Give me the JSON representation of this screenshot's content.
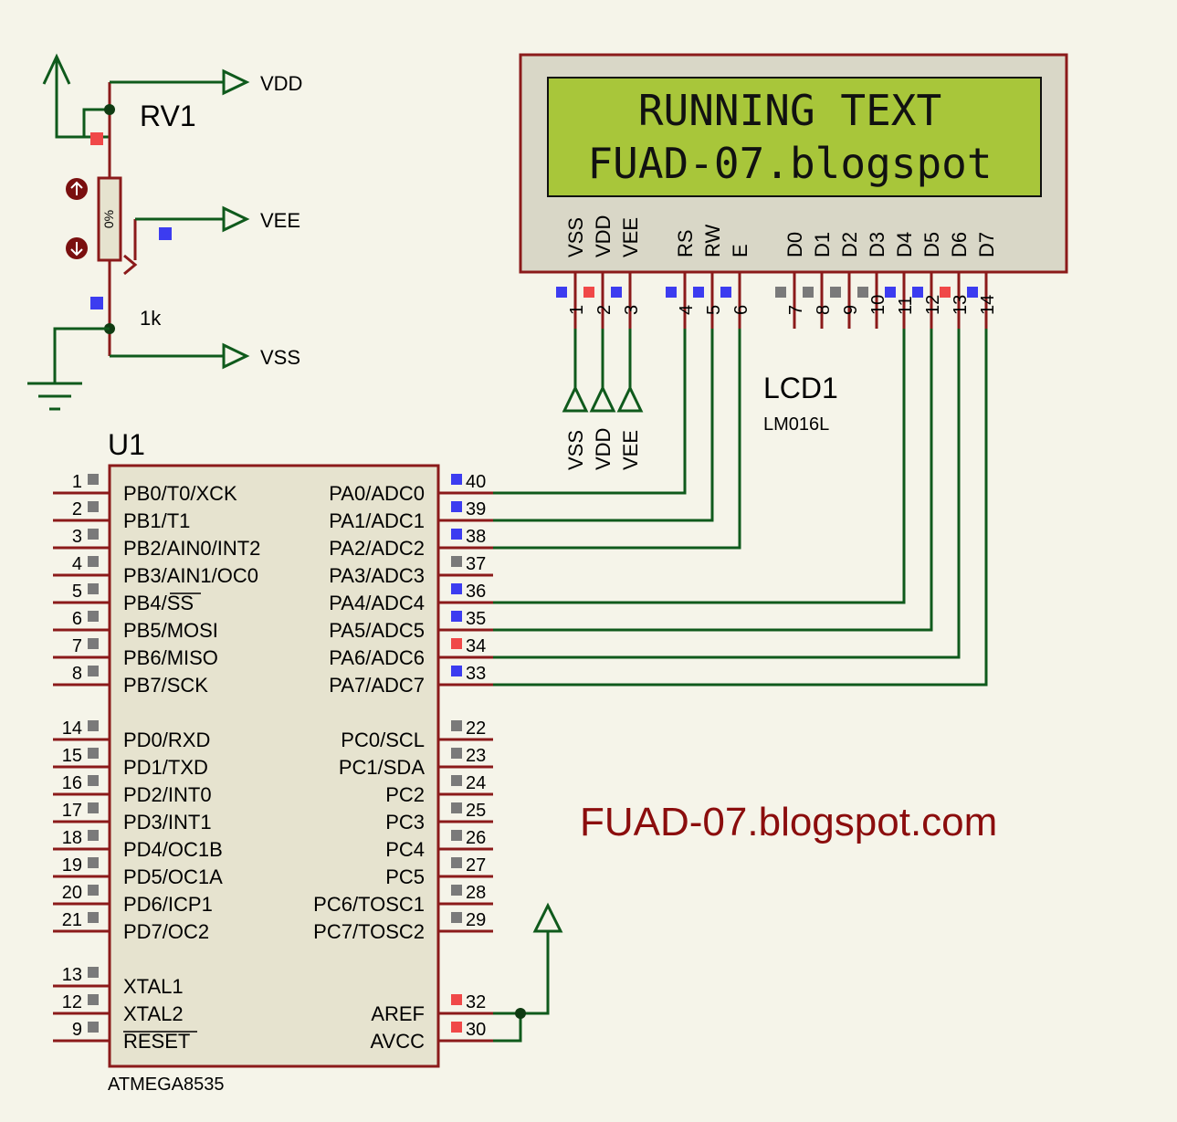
{
  "potentiometer": {
    "ref": "RV1",
    "value": "1k",
    "position": "0%",
    "net_top": "VDD",
    "net_wiper": "VEE",
    "net_bottom": "VSS"
  },
  "lcd": {
    "ref": "LCD1",
    "part": "LM016L",
    "line1": "RUNNING TEXT",
    "line2": "FUAD-07.blogspot",
    "pins": [
      {
        "name": "VSS",
        "num": "1",
        "state": "blue"
      },
      {
        "name": "VDD",
        "num": "2",
        "state": "red"
      },
      {
        "name": "VEE",
        "num": "3",
        "state": "blue"
      },
      {
        "name": "RS",
        "num": "4",
        "state": "blue"
      },
      {
        "name": "RW",
        "num": "5",
        "state": "blue"
      },
      {
        "name": "E",
        "num": "6",
        "state": "blue"
      },
      {
        "name": "D0",
        "num": "7",
        "state": "gray"
      },
      {
        "name": "D1",
        "num": "8",
        "state": "gray"
      },
      {
        "name": "D2",
        "num": "9",
        "state": "gray"
      },
      {
        "name": "D3",
        "num": "10",
        "state": "gray"
      },
      {
        "name": "D4",
        "num": "11",
        "state": "blue"
      },
      {
        "name": "D5",
        "num": "12",
        "state": "blue"
      },
      {
        "name": "D6",
        "num": "13",
        "state": "red"
      },
      {
        "name": "D7",
        "num": "14",
        "state": "blue"
      }
    ],
    "power_terminals": [
      "VSS",
      "VDD",
      "VEE"
    ]
  },
  "mcu": {
    "ref": "U1",
    "part": "ATMEGA8535",
    "left_pins": [
      {
        "num": "1",
        "name": "PB0/T0/XCK",
        "state": "gray"
      },
      {
        "num": "2",
        "name": "PB1/T1",
        "state": "gray"
      },
      {
        "num": "3",
        "name": "PB2/AIN0/INT2",
        "state": "gray"
      },
      {
        "num": "4",
        "name": "PB3/AIN1/OC0",
        "state": "gray"
      },
      {
        "num": "5",
        "name": "PB4/SS",
        "state": "gray"
      },
      {
        "num": "6",
        "name": "PB5/MOSI",
        "state": "gray"
      },
      {
        "num": "7",
        "name": "PB6/MISO",
        "state": "gray"
      },
      {
        "num": "8",
        "name": "PB7/SCK",
        "state": "gray"
      },
      {
        "num": "14",
        "name": "PD0/RXD",
        "state": "gray"
      },
      {
        "num": "15",
        "name": "PD1/TXD",
        "state": "gray"
      },
      {
        "num": "16",
        "name": "PD2/INT0",
        "state": "gray"
      },
      {
        "num": "17",
        "name": "PD3/INT1",
        "state": "gray"
      },
      {
        "num": "18",
        "name": "PD4/OC1B",
        "state": "gray"
      },
      {
        "num": "19",
        "name": "PD5/OC1A",
        "state": "gray"
      },
      {
        "num": "20",
        "name": "PD6/ICP1",
        "state": "gray"
      },
      {
        "num": "21",
        "name": "PD7/OC2",
        "state": "gray"
      },
      {
        "num": "13",
        "name": "XTAL1",
        "state": "gray"
      },
      {
        "num": "12",
        "name": "XTAL2",
        "state": "gray"
      },
      {
        "num": "9",
        "name": "RESET",
        "state": "gray"
      }
    ],
    "right_pins": [
      {
        "num": "40",
        "name": "PA0/ADC0",
        "state": "blue"
      },
      {
        "num": "39",
        "name": "PA1/ADC1",
        "state": "blue"
      },
      {
        "num": "38",
        "name": "PA2/ADC2",
        "state": "blue"
      },
      {
        "num": "37",
        "name": "PA3/ADC3",
        "state": "gray"
      },
      {
        "num": "36",
        "name": "PA4/ADC4",
        "state": "blue"
      },
      {
        "num": "35",
        "name": "PA5/ADC5",
        "state": "blue"
      },
      {
        "num": "34",
        "name": "PA6/ADC6",
        "state": "red"
      },
      {
        "num": "33",
        "name": "PA7/ADC7",
        "state": "blue"
      },
      {
        "num": "22",
        "name": "PC0/SCL",
        "state": "gray"
      },
      {
        "num": "23",
        "name": "PC1/SDA",
        "state": "gray"
      },
      {
        "num": "24",
        "name": "PC2",
        "state": "gray"
      },
      {
        "num": "25",
        "name": "PC3",
        "state": "gray"
      },
      {
        "num": "26",
        "name": "PC4",
        "state": "gray"
      },
      {
        "num": "27",
        "name": "PC5",
        "state": "gray"
      },
      {
        "num": "28",
        "name": "PC6/TOSC1",
        "state": "gray"
      },
      {
        "num": "29",
        "name": "PC7/TOSC2",
        "state": "gray"
      },
      {
        "num": "32",
        "name": "AREF",
        "state": "red"
      },
      {
        "num": "30",
        "name": "AVCC",
        "state": "red"
      }
    ]
  },
  "watermark": "FUAD-07.blogspot.com",
  "colors": {
    "wire": "#0f5a1c",
    "component": "#8b1a1a",
    "chip_fill": "#e6e3cf",
    "lcd_screen": "#a8c63a",
    "lcd_body": "#d9d7c7",
    "state_blue": "#3c3cf0",
    "state_red": "#f04848",
    "state_gray": "#7a7a7a",
    "watermark": "#8b0d0d"
  }
}
